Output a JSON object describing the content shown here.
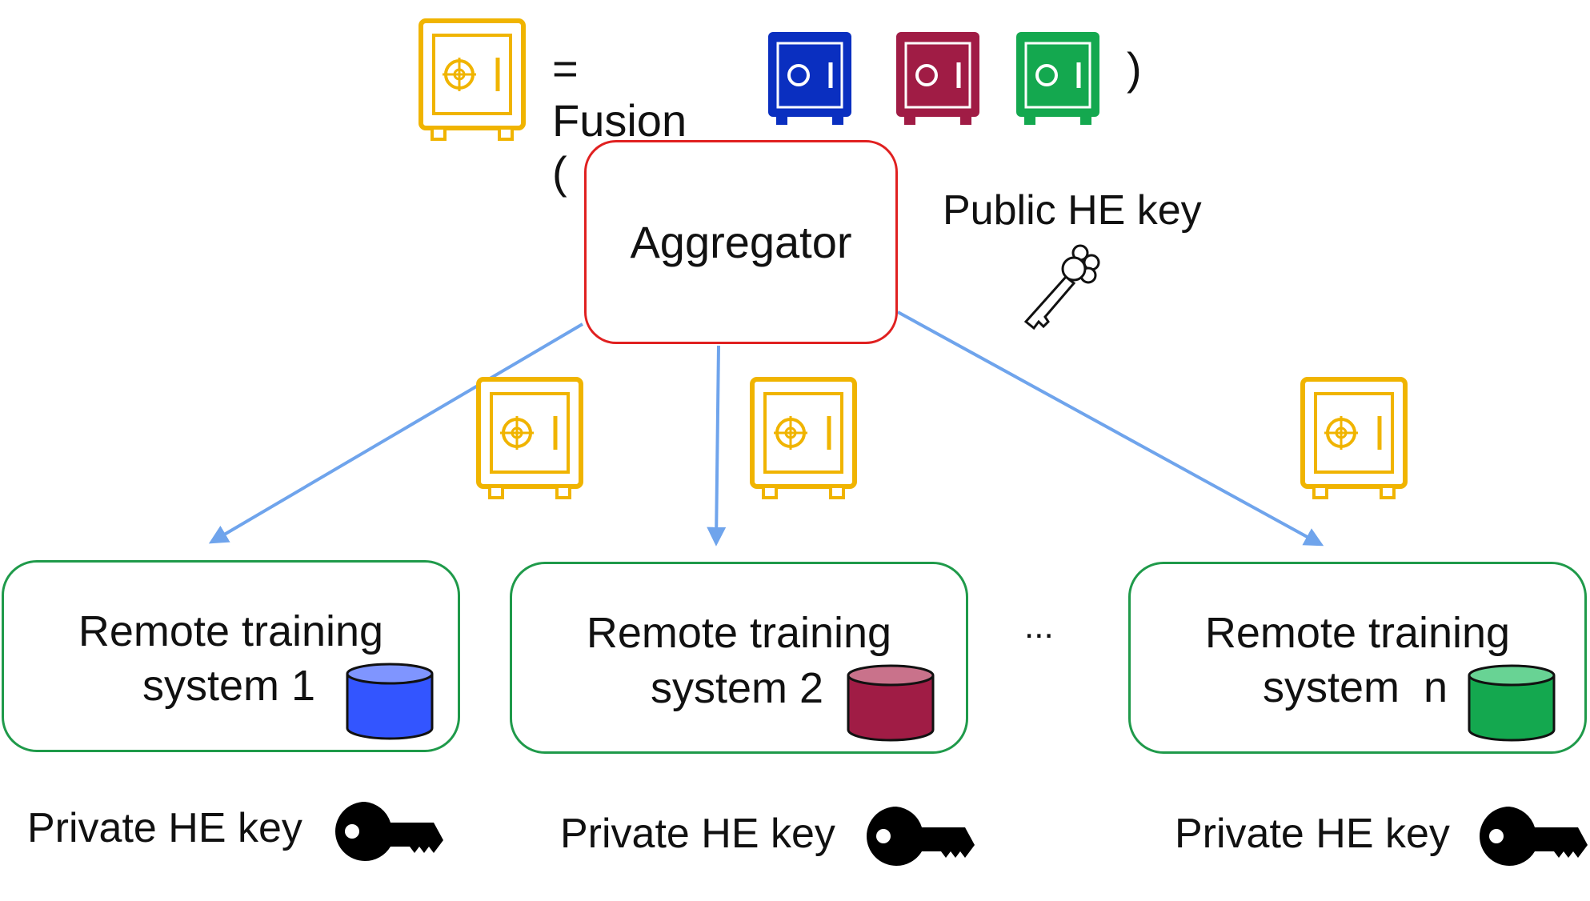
{
  "fusion": {
    "equals_text": "= Fusion (",
    "close_paren": ")"
  },
  "aggregator": {
    "label": "Aggregator"
  },
  "public_key": {
    "label": "Public HE key"
  },
  "systems": [
    {
      "line1": "Remote training",
      "line2": "system 1",
      "db_color": "#3355ff",
      "private_key_label": "Private HE key"
    },
    {
      "line1": "Remote training",
      "line2": "system 2",
      "db_color": "#a01c45",
      "private_key_label": "Private HE key"
    },
    {
      "line1": "Remote training",
      "line2": "system  n",
      "db_color": "#14a84f",
      "private_key_label": "Private HE key"
    }
  ],
  "ellipsis": "...",
  "colors": {
    "gold_safe": "#f0b400",
    "blue_safe": "#0a2fc0",
    "red_safe": "#a01c45",
    "green_safe": "#14a84f",
    "arrow": "#6fa4ec",
    "aggregator_border": "#e02020",
    "system_border": "#1f9a4a"
  }
}
